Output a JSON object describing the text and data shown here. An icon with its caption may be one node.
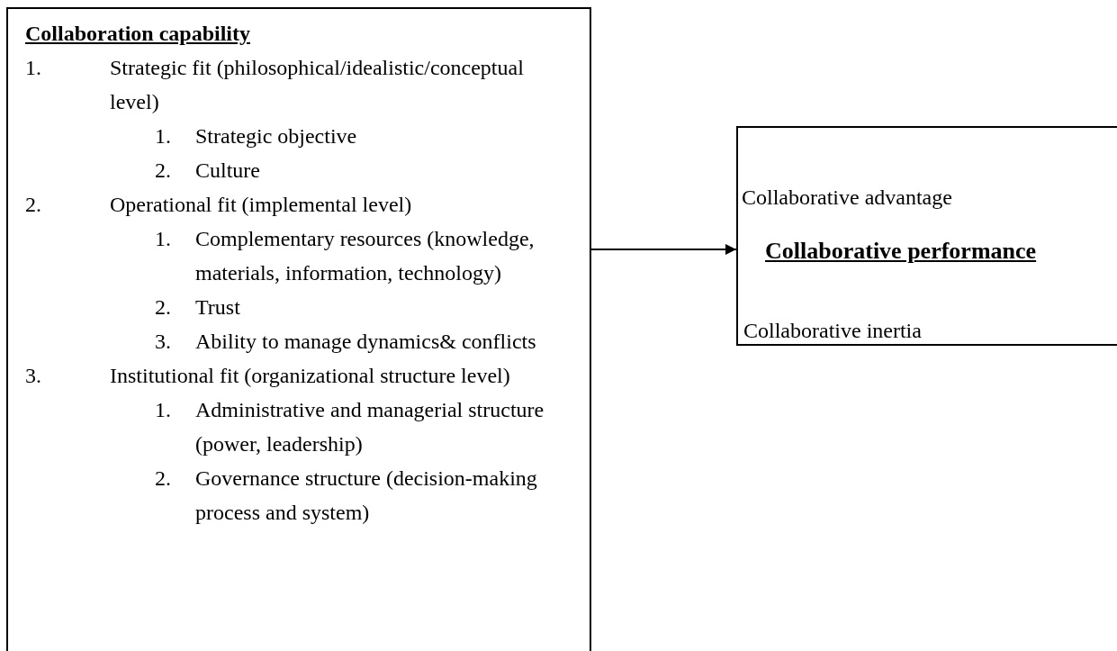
{
  "diagram": {
    "nodes": [
      {
        "text": [
          "Collaboration capability",
          "1.",
          "Strategic fit (philosophical/idealistic/conceptual level)",
          "1.",
          "Strategic objective",
          "2.",
          "Culture",
          "2.",
          "Operational fit (implemental level)",
          "1.",
          "Complementary resources (knowledge, materials, information, technology)",
          "2.",
          "Trust",
          "3.",
          "Ability to manage dynamics& conflicts",
          "3.",
          "Institutional fit (organizational structure level)",
          "1.",
          "Administrative and managerial structure (power, leadership)",
          "2.",
          "Governance structure (decision-making process and system)"
        ]
      },
      {
        "text": [
          "Collaborative advantage",
          "Collaborative performance",
          "Collaborative inertia"
        ]
      }
    ],
    "edges": [
      {
        "from": 0,
        "to": 1,
        "arrow": "to"
      }
    ]
  }
}
